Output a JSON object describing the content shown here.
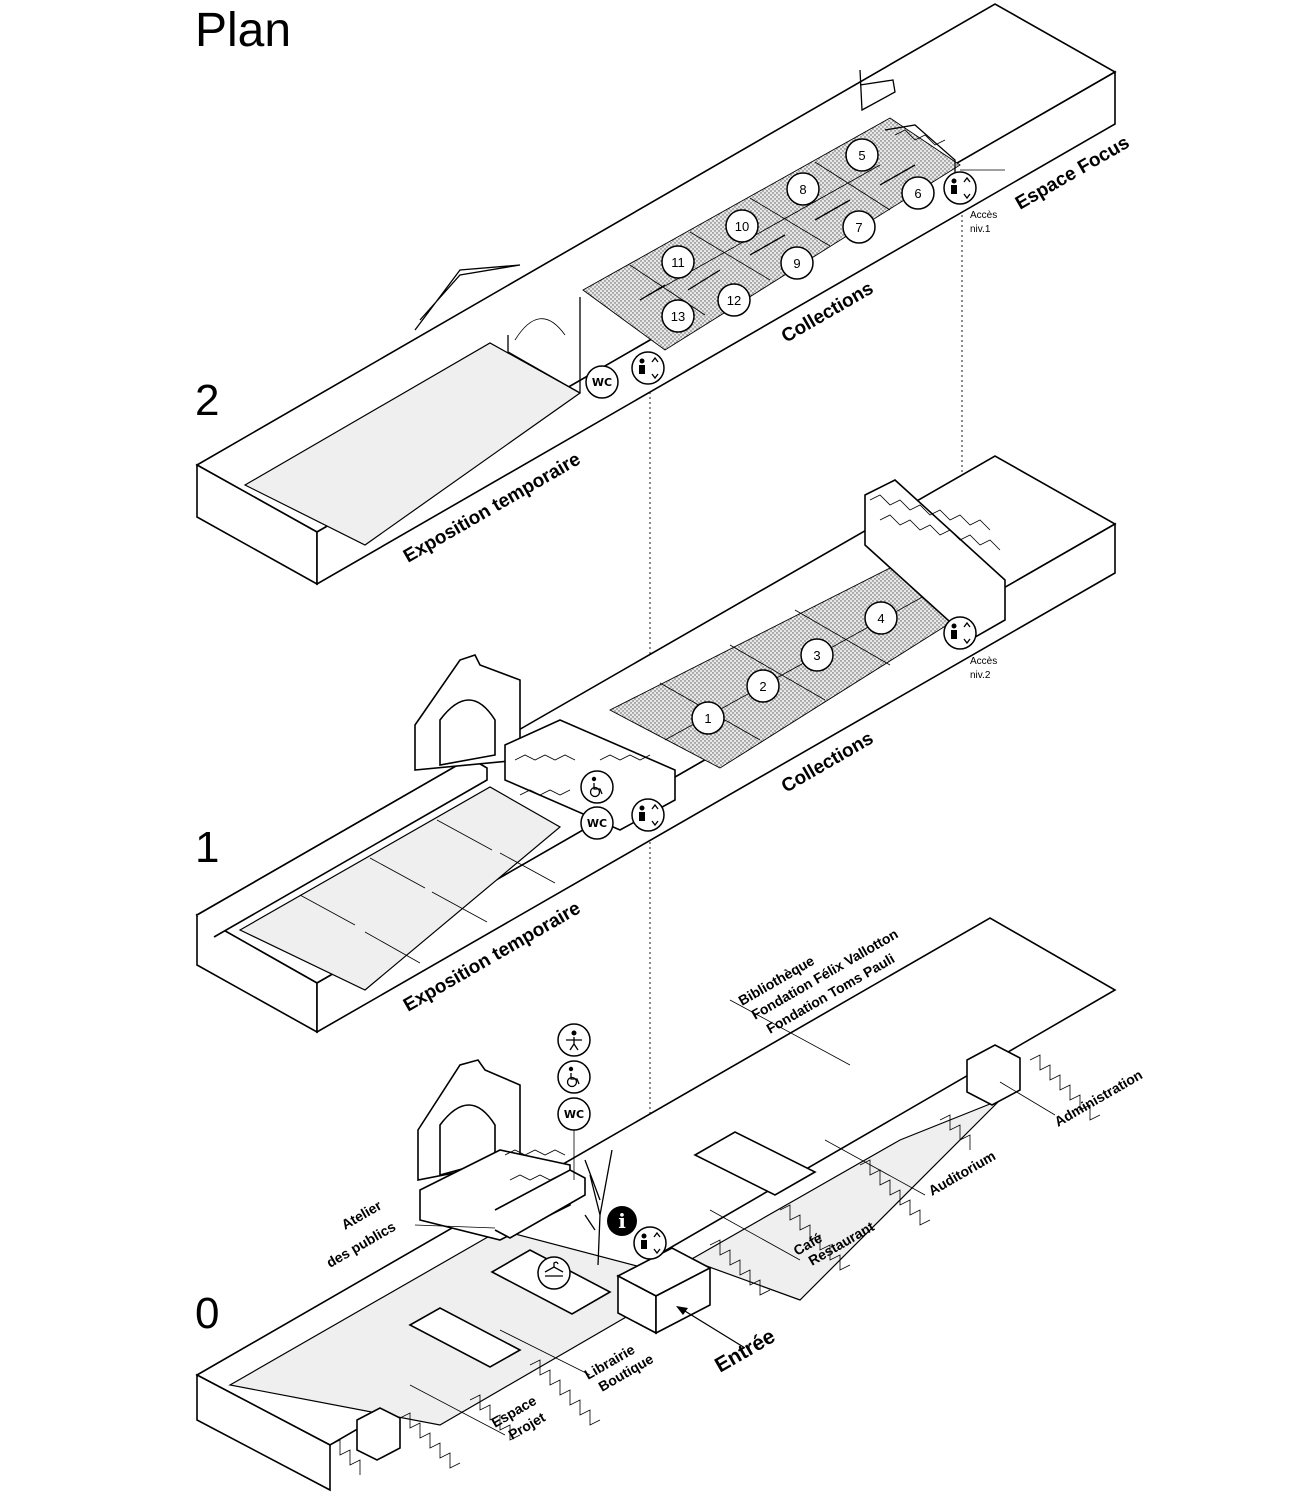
{
  "title": "Plan",
  "levels": [
    {
      "number": "2",
      "labels": {
        "temporary": "Exposition temporaire",
        "collections": "Collections",
        "focus": "Espace Focus",
        "access": [
          "Accès",
          "niv.1"
        ]
      },
      "rooms": [
        "5",
        "6",
        "7",
        "8",
        "9",
        "10",
        "11",
        "12",
        "13"
      ],
      "icons": [
        "wc-icon",
        "elevator-icon"
      ]
    },
    {
      "number": "1",
      "labels": {
        "temporary": "Exposition temporaire",
        "collections": "Collections",
        "access": [
          "Accès",
          "niv.2"
        ]
      },
      "rooms": [
        "1",
        "2",
        "3",
        "4"
      ],
      "icons": [
        "wheelchair-icon",
        "wc-icon",
        "elevator-icon"
      ]
    },
    {
      "number": "0",
      "labels": {
        "library": [
          "Bibliothèque",
          "Fondation Félix Vallotton",
          "Fondation Toms Pauli"
        ],
        "administration": "Administration",
        "auditorium": "Auditorium",
        "cafe": [
          "Café",
          "Restaurant"
        ],
        "atelier": [
          "Atelier",
          "des publics"
        ],
        "librairie": [
          "Librairie",
          "Boutique"
        ],
        "espace_projet": [
          "Espace",
          "Projet"
        ],
        "entree": "Entrée"
      },
      "icons": [
        "baby-change-icon",
        "wheelchair-icon",
        "wc-icon",
        "info-icon",
        "elevator-icon",
        "cloakroom-icon"
      ]
    }
  ],
  "icon_text": {
    "wc": "WC",
    "info": "i"
  }
}
